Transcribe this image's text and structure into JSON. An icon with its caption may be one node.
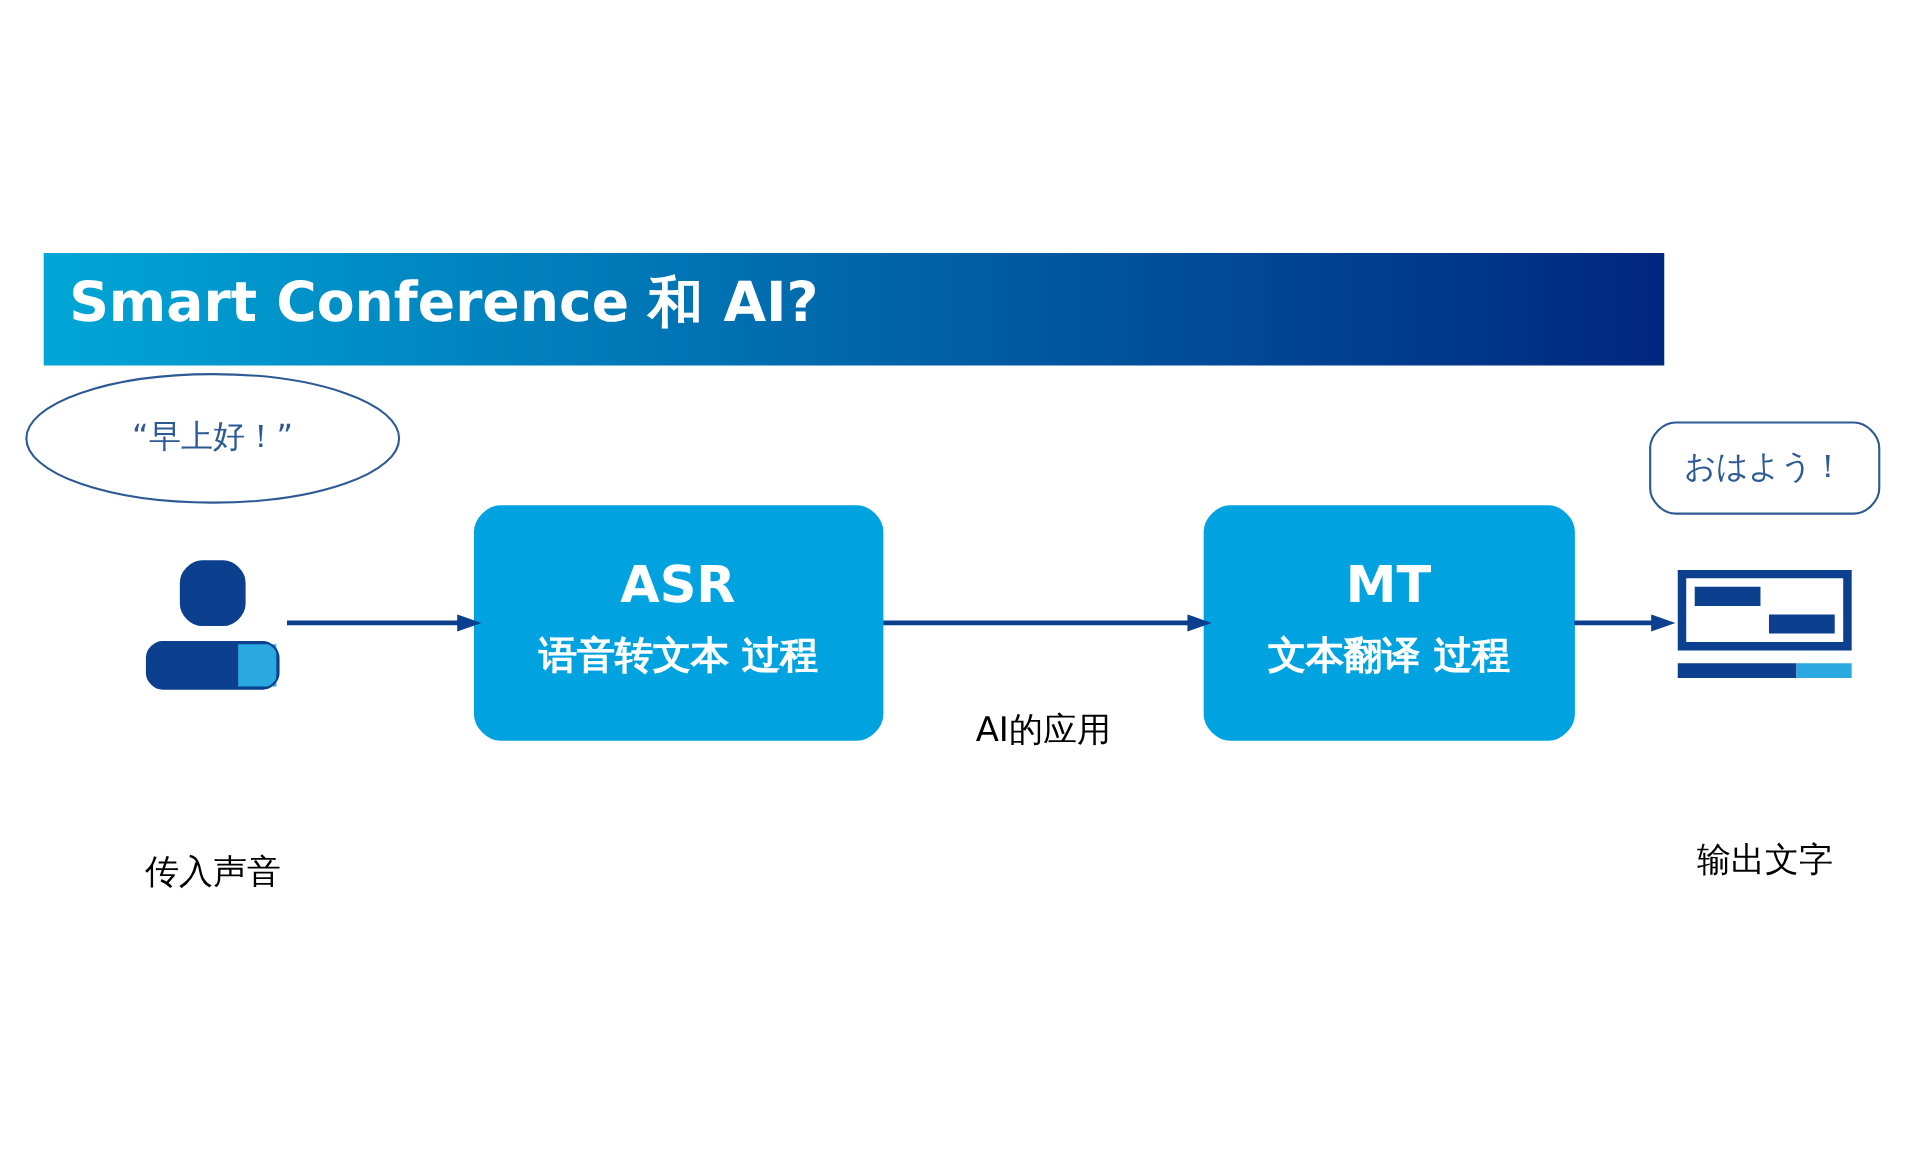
{
  "diagram": {
    "title": "Smart Conference 和 AI?",
    "nodes": [
      {
        "text": [
          "“早上好！”"
        ]
      },
      {
        "text": [],
        "shape": "person"
      },
      {
        "text": [
          "ASR",
          "语音转文本 过程"
        ]
      },
      {
        "text": [
          "MT",
          "文本翻译 过程"
        ]
      },
      {
        "text": [
          "おはよう！"
        ]
      },
      {
        "text": [],
        "shape": "laptop"
      }
    ],
    "edges": [
      {
        "from": 1,
        "to": 2,
        "arrow": "to"
      },
      {
        "from": 2,
        "to": 3,
        "arrow": "to"
      },
      {
        "from": 3,
        "to": 5,
        "arrow": "to"
      }
    ],
    "labels": [
      "传入声音",
      "AI的应用",
      "输出文字"
    ]
  }
}
